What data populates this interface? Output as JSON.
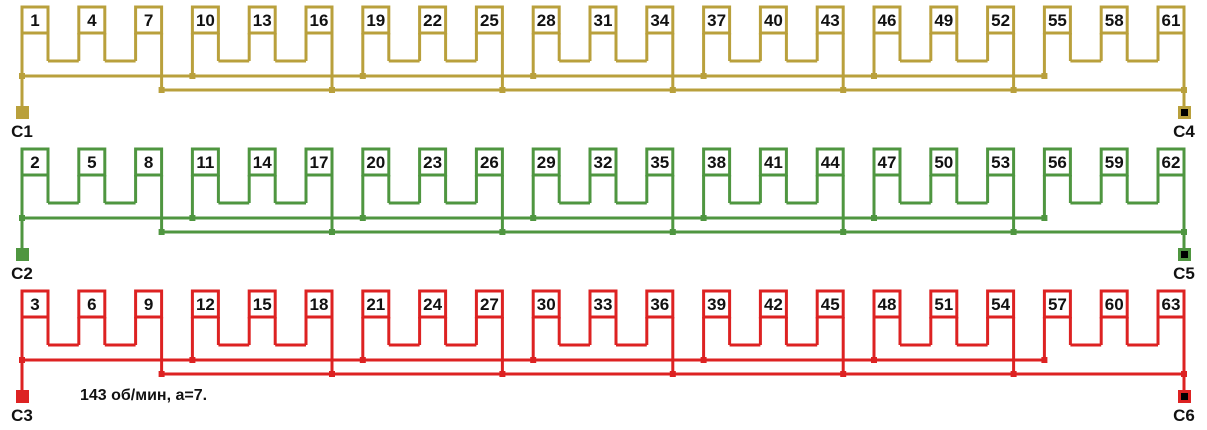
{
  "note": "143 об/мин, а=7.",
  "phases": [
    {
      "name": "phase-1",
      "color": "#b9a03c",
      "start_label": "C1",
      "end_label": "C4",
      "slots": [
        "1",
        "4",
        "7",
        "10",
        "13",
        "16",
        "19",
        "22",
        "25",
        "28",
        "31",
        "34",
        "37",
        "40",
        "43",
        "46",
        "49",
        "52",
        "55",
        "58",
        "61"
      ]
    },
    {
      "name": "phase-2",
      "color": "#4f9640",
      "start_label": "C2",
      "end_label": "C5",
      "slots": [
        "2",
        "5",
        "8",
        "11",
        "14",
        "17",
        "20",
        "23",
        "26",
        "29",
        "32",
        "35",
        "38",
        "41",
        "44",
        "47",
        "50",
        "53",
        "56",
        "59",
        "62"
      ]
    },
    {
      "name": "phase-3",
      "color": "#dd2222",
      "start_label": "C3",
      "end_label": "C6",
      "slots": [
        "3",
        "6",
        "9",
        "12",
        "15",
        "18",
        "21",
        "24",
        "27",
        "30",
        "33",
        "36",
        "39",
        "42",
        "45",
        "48",
        "51",
        "54",
        "57",
        "60",
        "63"
      ]
    }
  ]
}
